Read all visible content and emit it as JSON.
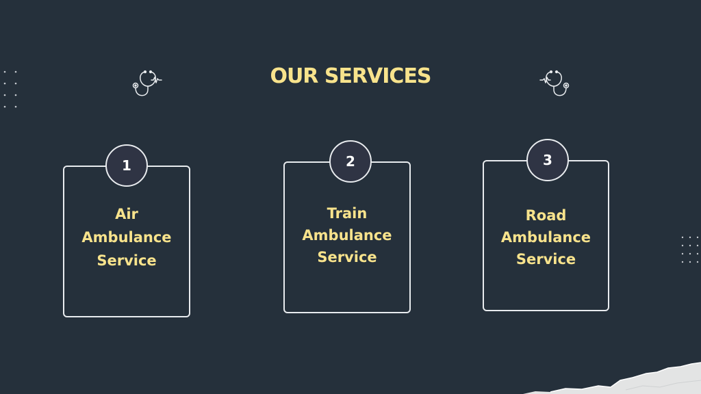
{
  "page": {
    "title": "OUR SERVICES"
  },
  "services": [
    {
      "number": "1",
      "label_lines": [
        "Air",
        "Ambulance",
        "Service"
      ]
    },
    {
      "number": "2",
      "label_lines": [
        "Train",
        "Ambulance",
        "Service"
      ]
    },
    {
      "number": "3",
      "label_lines": [
        "Road",
        "Ambulance",
        "Service"
      ]
    }
  ],
  "decorations": {
    "icon": "stethoscope-icon",
    "dot_pattern": "dot-grid"
  },
  "colors": {
    "background": "#25303b",
    "accent_yellow": "#f8e38c",
    "outline": "#e9ecef",
    "badge_fill": "#2f3444"
  }
}
